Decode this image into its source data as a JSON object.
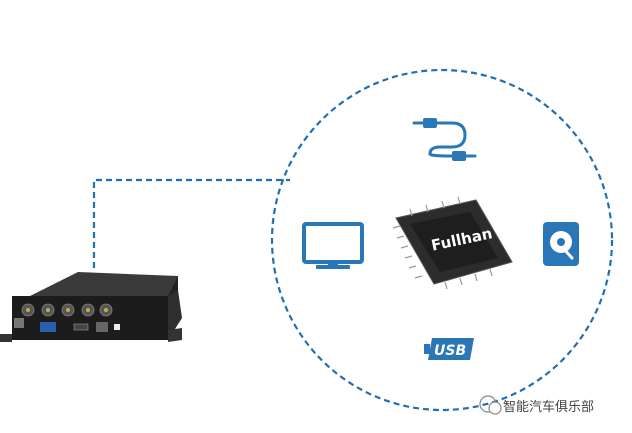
{
  "chip": {
    "brand": "Fullhan"
  },
  "icons": [
    "hdmi-cable-icon",
    "monitor-icon",
    "hard-disk-icon",
    "usb-icon"
  ],
  "usb": {
    "label": "USB"
  },
  "watermark": {
    "text": "智能汽车俱乐部"
  },
  "colors": {
    "accent": "#2a77b8",
    "dashed": "#1f6fb5",
    "chip": "#2c2c2c",
    "device": "#1e1e1e"
  }
}
